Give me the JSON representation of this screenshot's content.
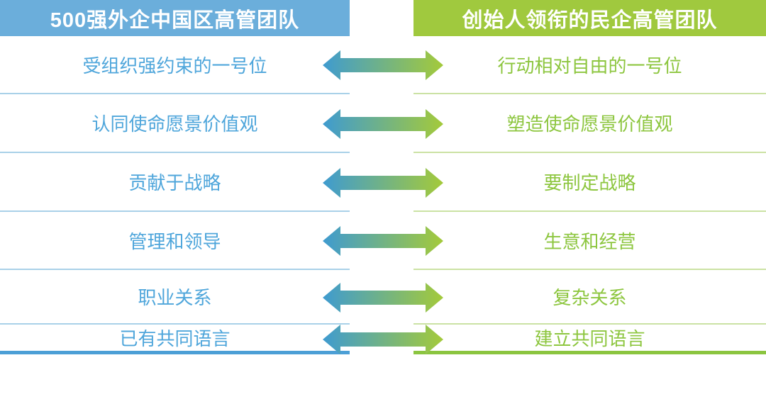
{
  "left_column": {
    "header": "500强外企中国区高管团队",
    "items": [
      "受组织强约束的一号位",
      "认同使命愿景价值观",
      "贡献于战略",
      "管理和领导",
      "职业关系",
      "已有共同语言"
    ]
  },
  "right_column": {
    "header": "创始人领衔的民企高管团队",
    "items": [
      "行动相对自由的一号位",
      "塑造使命愿景价值观",
      "要制定战略",
      "生意和经营",
      "复杂关系",
      "建立共同语言"
    ]
  },
  "icons": {
    "arrow": "double-arrow-icon"
  },
  "colors": {
    "left_header_bg": "#6BAEDB",
    "left_text": "#4FA6DB",
    "left_separator": "#A9D1E8",
    "left_bottom_bar": "#4C9FD6",
    "right_header_bg": "#A0C93E",
    "right_text": "#8DC63F",
    "right_separator": "#CBE2A4",
    "right_bottom_bar": "#8BC540",
    "header_text": "#FFFFFF",
    "arrow_gradient_start": "#3F9BD0",
    "arrow_gradient_end": "#A4CA3A",
    "background": "#FFFFFF"
  }
}
